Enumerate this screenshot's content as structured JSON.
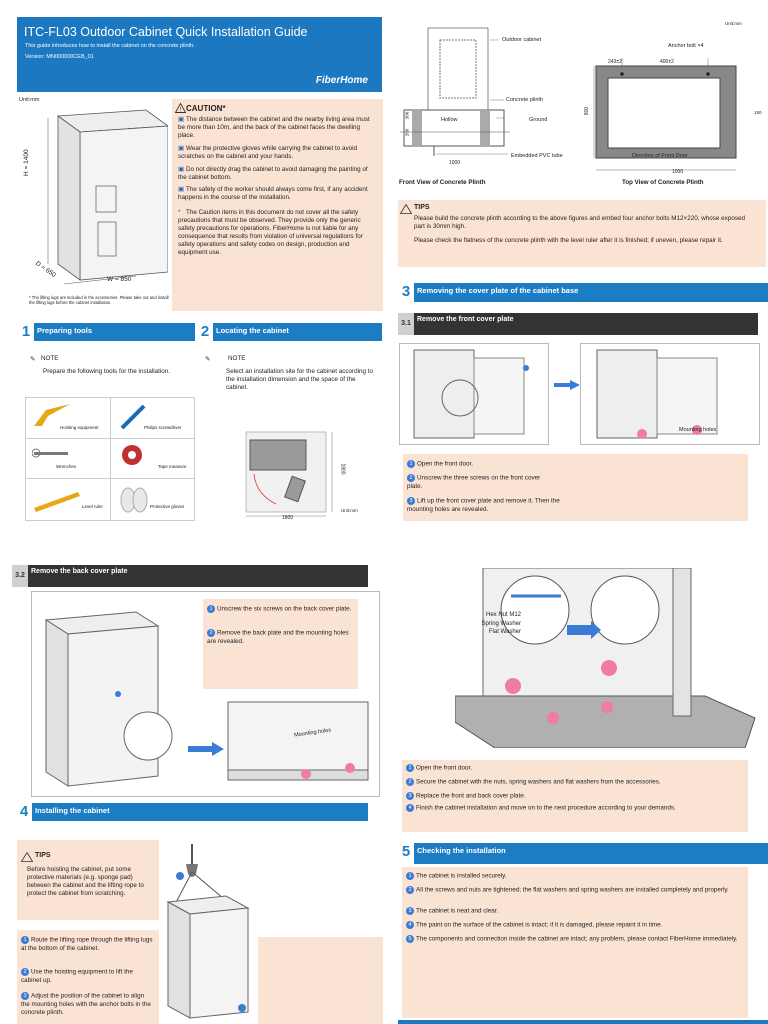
{
  "header": {
    "title": "ITC-FL03 Outdoor Cabinet Quick Installation Guide",
    "subtitle": "This guide introduces how to install the cabinet on the concrete plinth.",
    "version": "Version: MN000000CEB_01",
    "logo": "FiberHome"
  },
  "unit_mm": "Unit:mm",
  "cabinet": {
    "height": "H = 1400",
    "depth": "D = 650",
    "width": "W = 850",
    "footnote": "* The lifting lugs are included in the accessories. Please take out and install the lifting lugs before the cabinet installation."
  },
  "caution": {
    "title": "CAUTION*",
    "items": [
      "The distance between the cabinet and the nearby living area must be more than 10m, and the back of the cabinet faces the dwelling place.",
      "Wear the protective gloves while carrying the cabinet to avoid scratches on the cabinet and your hands.",
      "Do not directly drag the cabinet to avoid damaging the painting of the cabinet bottom.",
      "The safety of the worker should always come first, if any accident happens in the course of the installation."
    ],
    "note": "The Caution items in this document do not cover all the safety precautions that must be observed. They provide only the generic safety precautions for operations. FiberHome is not liable for any consequence that results from violation of universal regulations for safety operations and safety codes on design, production and equipment use."
  },
  "sec1": {
    "num": "1",
    "title": "Preparing tools",
    "note_label": "NOTE",
    "note": "Prepare the following tools for the installation.",
    "tools": [
      "Hoisting equipment",
      "Philips screwdriver",
      "Wrenches",
      "Tape measure",
      "Level ruler",
      "Protective gloves"
    ]
  },
  "sec2": {
    "num": "2",
    "title": "Locating the cabinet",
    "note_label": "NOTE",
    "note": "Select an installation site for the cabinet according to the installation dimension and the space of the cabinet.",
    "dim_h": "1800",
    "dim_w": "1800",
    "unit": "Unit:mm"
  },
  "plinth": {
    "unit": "Unit:mm",
    "outdoor": "Outdoor cabinet",
    "plinth": "Concrete plinth",
    "hollow": "Hollow",
    "ground": "Ground",
    "pvc": "Embedded PVC tube",
    "front_caption": "Front View of Concrete Plinth",
    "top_caption": "Top View of Concrete Plinth",
    "anchor": "Anchor bolt ×4",
    "d1": "243±2",
    "d2": "400±2",
    "d3": "1000",
    "d4": "1000",
    "d5": "800",
    "d6": "150",
    "d7": "300",
    "d8": "200",
    "front_door": "Direction of Front Door"
  },
  "tips": {
    "label": "TIPS",
    "t1": "Please build the concrete plinth according to the above figures and embed four anchor bolts M12×220, whose exposed part is 30mm high.",
    "t2": "Please check the flatness of the concrete plinth with the level ruler after it is finished; if uneven, please repair it."
  },
  "sec3": {
    "num": "3",
    "title": "Removing the cover plate of the cabinet base"
  },
  "sub31": {
    "num": "3.1",
    "title": "Remove the front cover plate",
    "mounting": "Mounting holes",
    "steps": [
      "Open the front door.",
      "Unscrew the three screws on the front cover plate.",
      "Lift up the front cover plate and remove it. Then the mounting holes are revealed."
    ]
  },
  "sub32": {
    "num": "3.2",
    "title": "Remove the back cover plate",
    "mounting": "Mounting holes",
    "steps": [
      "Unscrew the six screws on the back cover plate.",
      "Remove the back plate and the mounting holes are revealed."
    ]
  },
  "fix": {
    "hex": "Hex Nut M12",
    "spring": "Spring Washer",
    "flat": "Flat Washer",
    "steps": [
      "Open the front door.",
      "Secure the cabinet with the nuts, spring washers and flat washers from the accessories.",
      "Replace the front and back cover plate.",
      "Finish the cabinet installation and move on to the next procedure according to your demands."
    ]
  },
  "sec4": {
    "num": "4",
    "title": "Installing the cabinet",
    "tips_label": "TIPS",
    "tip": "Before hoisting the cabinet, put some protective materials (e.g. sponge pad) between the cabinet and the lifting rope to protect the cabinet from scratching.",
    "steps": [
      "Route the lifting rope through the lifting lugs at the bottom of the cabinet.",
      "Use the hoisting equipment to lift the cabinet up.",
      "Adjust the position of the cabinet to align the mounting holes with the anchor bolts in the concrete plinth."
    ]
  },
  "sec5": {
    "num": "5",
    "title": "Checking the installation",
    "items": [
      "The cabinet is installed securely.",
      "All the screws and nuts are tightened; the flat washers and spring washers are installed completely and properly.",
      "The cabinet is neat and clear.",
      "The paint on the surface of the cabinet is intact; if it is damaged, please repaint it in time.",
      "The components and connection inside the cabinet are intact; any problem, please contact FiberHome immediately."
    ]
  },
  "colors": {
    "blue": "#1c79c1",
    "peach": "#fbe3d4",
    "pink": "#f07aa8"
  }
}
